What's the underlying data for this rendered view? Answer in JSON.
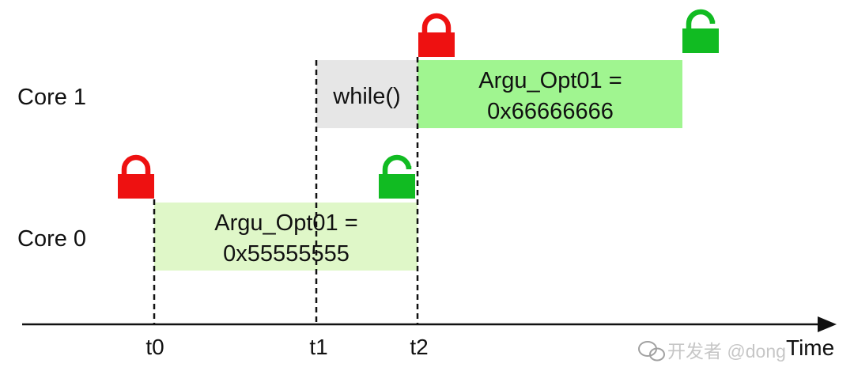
{
  "rows": {
    "core1": "Core 1",
    "core0": "Core 0"
  },
  "tasks": {
    "core1_wait": "while()",
    "core1_write_line1": "Argu_Opt01 =",
    "core1_write_line2": "0x66666666",
    "core0_write_line1": "Argu_Opt01 =",
    "core0_write_line2": "0x55555555"
  },
  "ticks": {
    "t0": "t0",
    "t1": "t1",
    "t2": "t2"
  },
  "axis": {
    "label": "Time"
  },
  "watermark": "开发者 @dong",
  "colors": {
    "lock_locked": "#ee1111",
    "lock_unlocked": "#11bb22",
    "core0_task": "#dff7c8",
    "core1_task": "#a0f590",
    "wait_block": "#e6e6e6",
    "axis": "#111111"
  },
  "icons": {
    "core0_acquire": "lock-closed-icon",
    "core0_release": "lock-open-icon",
    "core1_acquire": "lock-closed-icon",
    "core1_release": "lock-open-icon"
  }
}
